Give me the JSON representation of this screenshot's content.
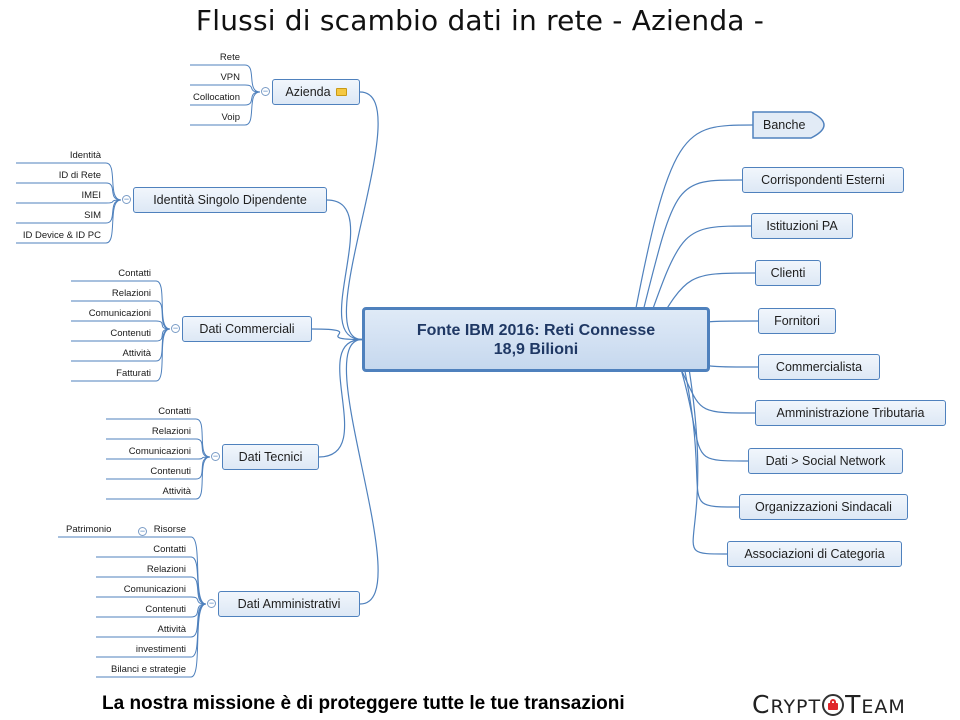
{
  "title": "Flussi di scambio dati in rete - Azienda -",
  "center": {
    "line1": "Fonte IBM 2016: Reti Connesse",
    "line2": "18,9 Bilioni"
  },
  "left_branches": [
    {
      "label": "Azienda",
      "icon": "folder-icon",
      "leaves": [
        "Rete",
        "VPN",
        "Collocation",
        "Voip"
      ]
    },
    {
      "label": "Identità Singolo Dipendente",
      "leaves": [
        "Identità",
        "ID di Rete",
        "IMEI",
        "SIM",
        "ID Device & ID PC"
      ]
    },
    {
      "label": "Dati Commerciali",
      "leaves": [
        "Contatti",
        "Relazioni",
        "Comunicazioni",
        "Contenuti",
        "Attività",
        "Fatturati"
      ]
    },
    {
      "label": "Dati Tecnici",
      "leaves": [
        "Contatti",
        "Relazioni",
        "Comunicazioni",
        "Contenuti",
        "Attività"
      ]
    },
    {
      "label": "Dati Amministrativi",
      "leaves": [
        "Risorse",
        "Contatti",
        "Relazioni",
        "Comunicazioni",
        "Contenuti",
        "Attività",
        "investimenti",
        "Bilanci e strategie"
      ],
      "sub": {
        "parent": "Risorse",
        "child": "Patrimonio"
      }
    }
  ],
  "right_branches": [
    "Banche",
    "Corrispondenti Esterni",
    "Istituzioni PA",
    "Clienti",
    "Fornitori",
    "Commercialista",
    "Amministrazione Tributaria",
    "Dati > Social Network",
    "Organizzazioni Sindacali",
    "Associazioni di Categoria"
  ],
  "footer": "La nostra missione è di proteggere tutte le tue transazioni",
  "logo": {
    "part1_cap": "C",
    "part1_rest": "RYPT",
    "part2_cap": "T",
    "part2_rest": "EAM"
  },
  "colors": {
    "line": "#4f81bd",
    "node_border": "#4f81bd",
    "lock": "#e0262b"
  }
}
